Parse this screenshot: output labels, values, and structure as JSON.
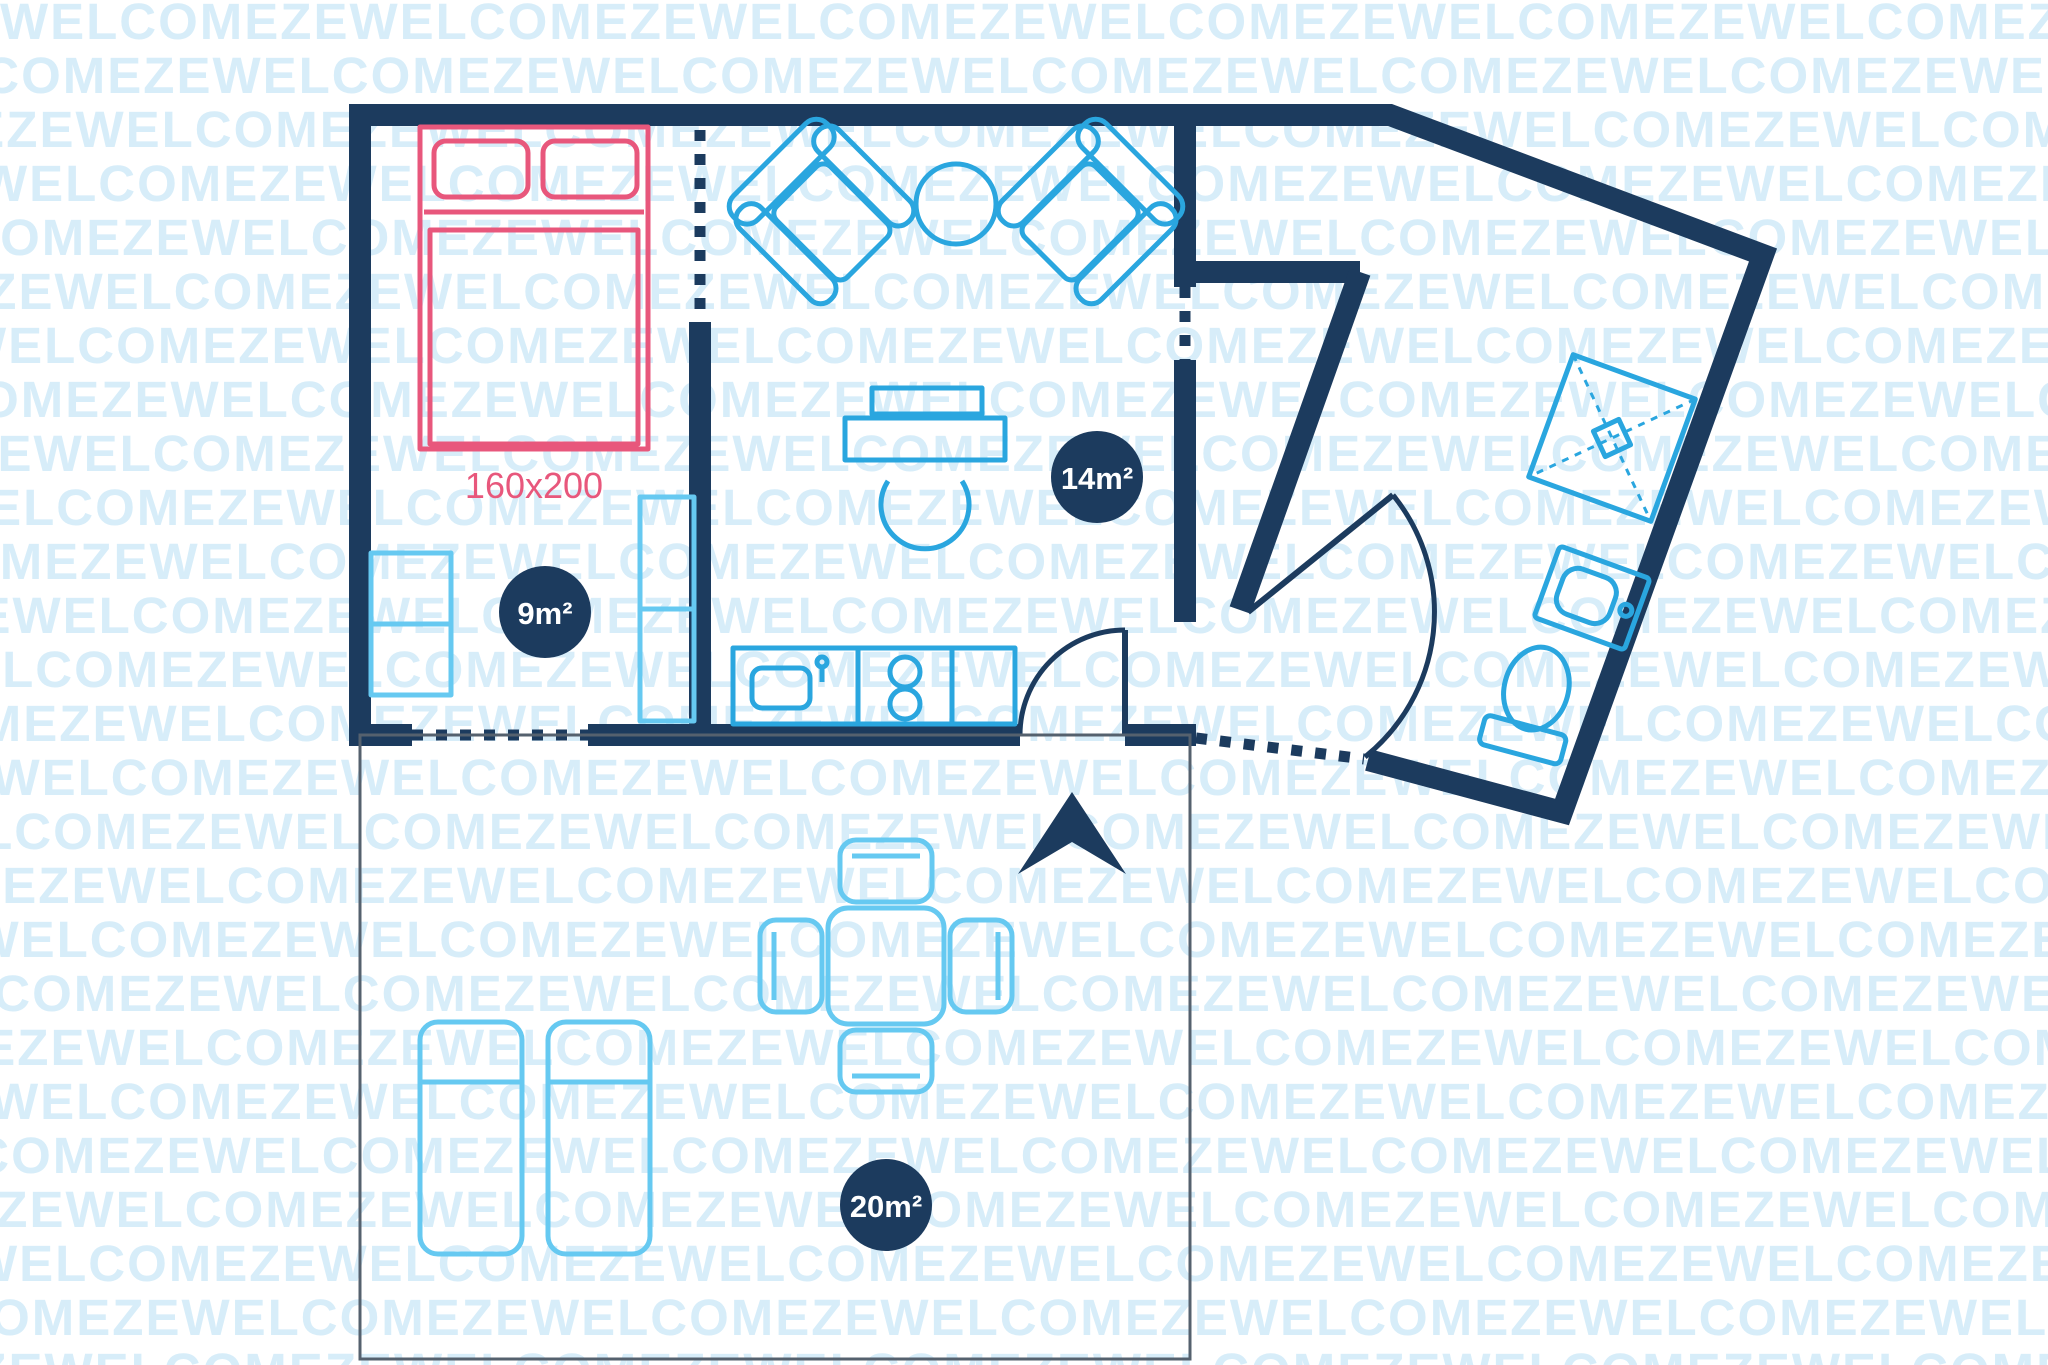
{
  "watermark": {
    "text": "WELCOMEZE"
  },
  "labels": {
    "bed_size": "160x200",
    "bedroom_area": "9m²",
    "living_room_area": "14m²",
    "terrace_area": "20m²"
  },
  "colors": {
    "wall": "#1c3b5e",
    "furniture": "#2aa6df",
    "terrace_furniture": "#66c9f1",
    "bed_outline": "#e8577c",
    "watermark": "#d7edf9",
    "badge_text": "#ffffff",
    "terrace_outline": "#55616e"
  }
}
